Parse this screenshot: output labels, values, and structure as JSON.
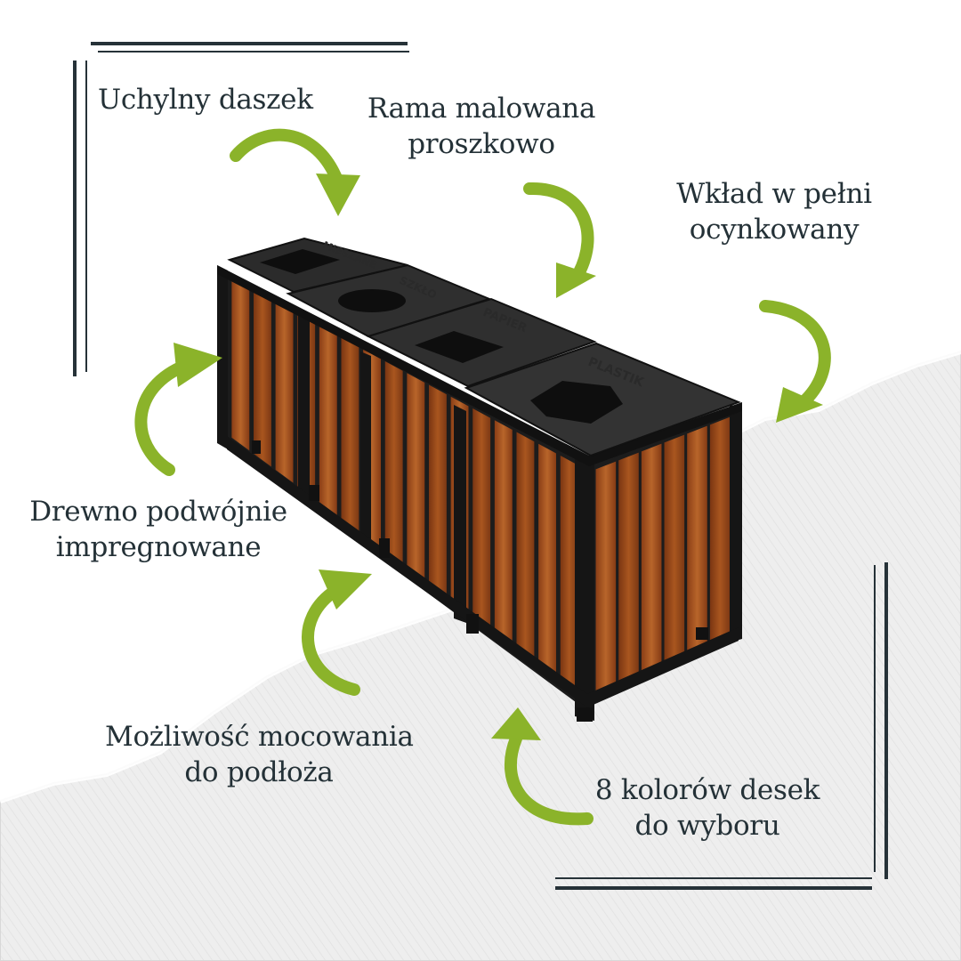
{
  "features": {
    "roof": {
      "line1": "Uchylny daszek"
    },
    "frame": {
      "line1": "Rama malowana",
      "line2": "proszkowo"
    },
    "insert": {
      "line1": "Wkład w pełni",
      "line2": "ocynkowany"
    },
    "wood": {
      "line1": "Drewno podwójnie",
      "line2": "impregnowane"
    },
    "mounting": {
      "line1": "Możliwość mocowania",
      "line2": "do podłoża"
    },
    "colors": {
      "line1": "8 kolorów desek",
      "line2": "do wyboru"
    }
  },
  "bins": {
    "mixed": "MIESZANE",
    "glass": "SZKŁO",
    "paper": "PAPIER",
    "plastic": "PLASTIK"
  },
  "palette": {
    "text": "#243137",
    "arrow": "#8bb32a",
    "frame": "#1c1c1c",
    "wood": "#9b4a1c",
    "paper_bg": "#ececec"
  }
}
